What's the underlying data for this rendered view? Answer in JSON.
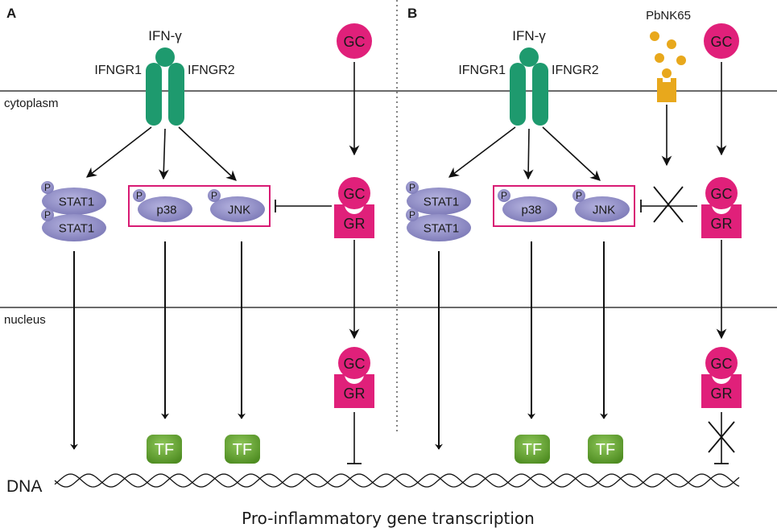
{
  "panels": {
    "a": {
      "letter": "A",
      "ligand": "IFN-γ",
      "receptor1": "IFNGR1",
      "receptor2": "IFNGR2",
      "cytoplasm": "cytoplasm",
      "nucleus": "nucleus",
      "gc": "GC",
      "gr": "GR",
      "p": "P",
      "stat1": "STAT1",
      "p38": "p38",
      "jnk": "JNK",
      "tf": "TF"
    },
    "b": {
      "letter": "B",
      "ligand": "IFN-γ",
      "receptor1": "IFNGR1",
      "receptor2": "IFNGR2",
      "pathogen": "PbNK65",
      "gc": "GC",
      "gr": "GR",
      "p": "P",
      "stat1": "STAT1",
      "p38": "p38",
      "jnk": "JNK",
      "tf": "TF"
    }
  },
  "dna_label": "DNA",
  "footer": "Pro-inflammatory gene transcription",
  "colors": {
    "receptor": "#1e9a6e",
    "gc_magenta": "#e0207a",
    "kinase": "#8f8cc4",
    "tf_green": "#6aa530",
    "pathogen": "#e8a81c",
    "box_border": "#d81b74"
  }
}
